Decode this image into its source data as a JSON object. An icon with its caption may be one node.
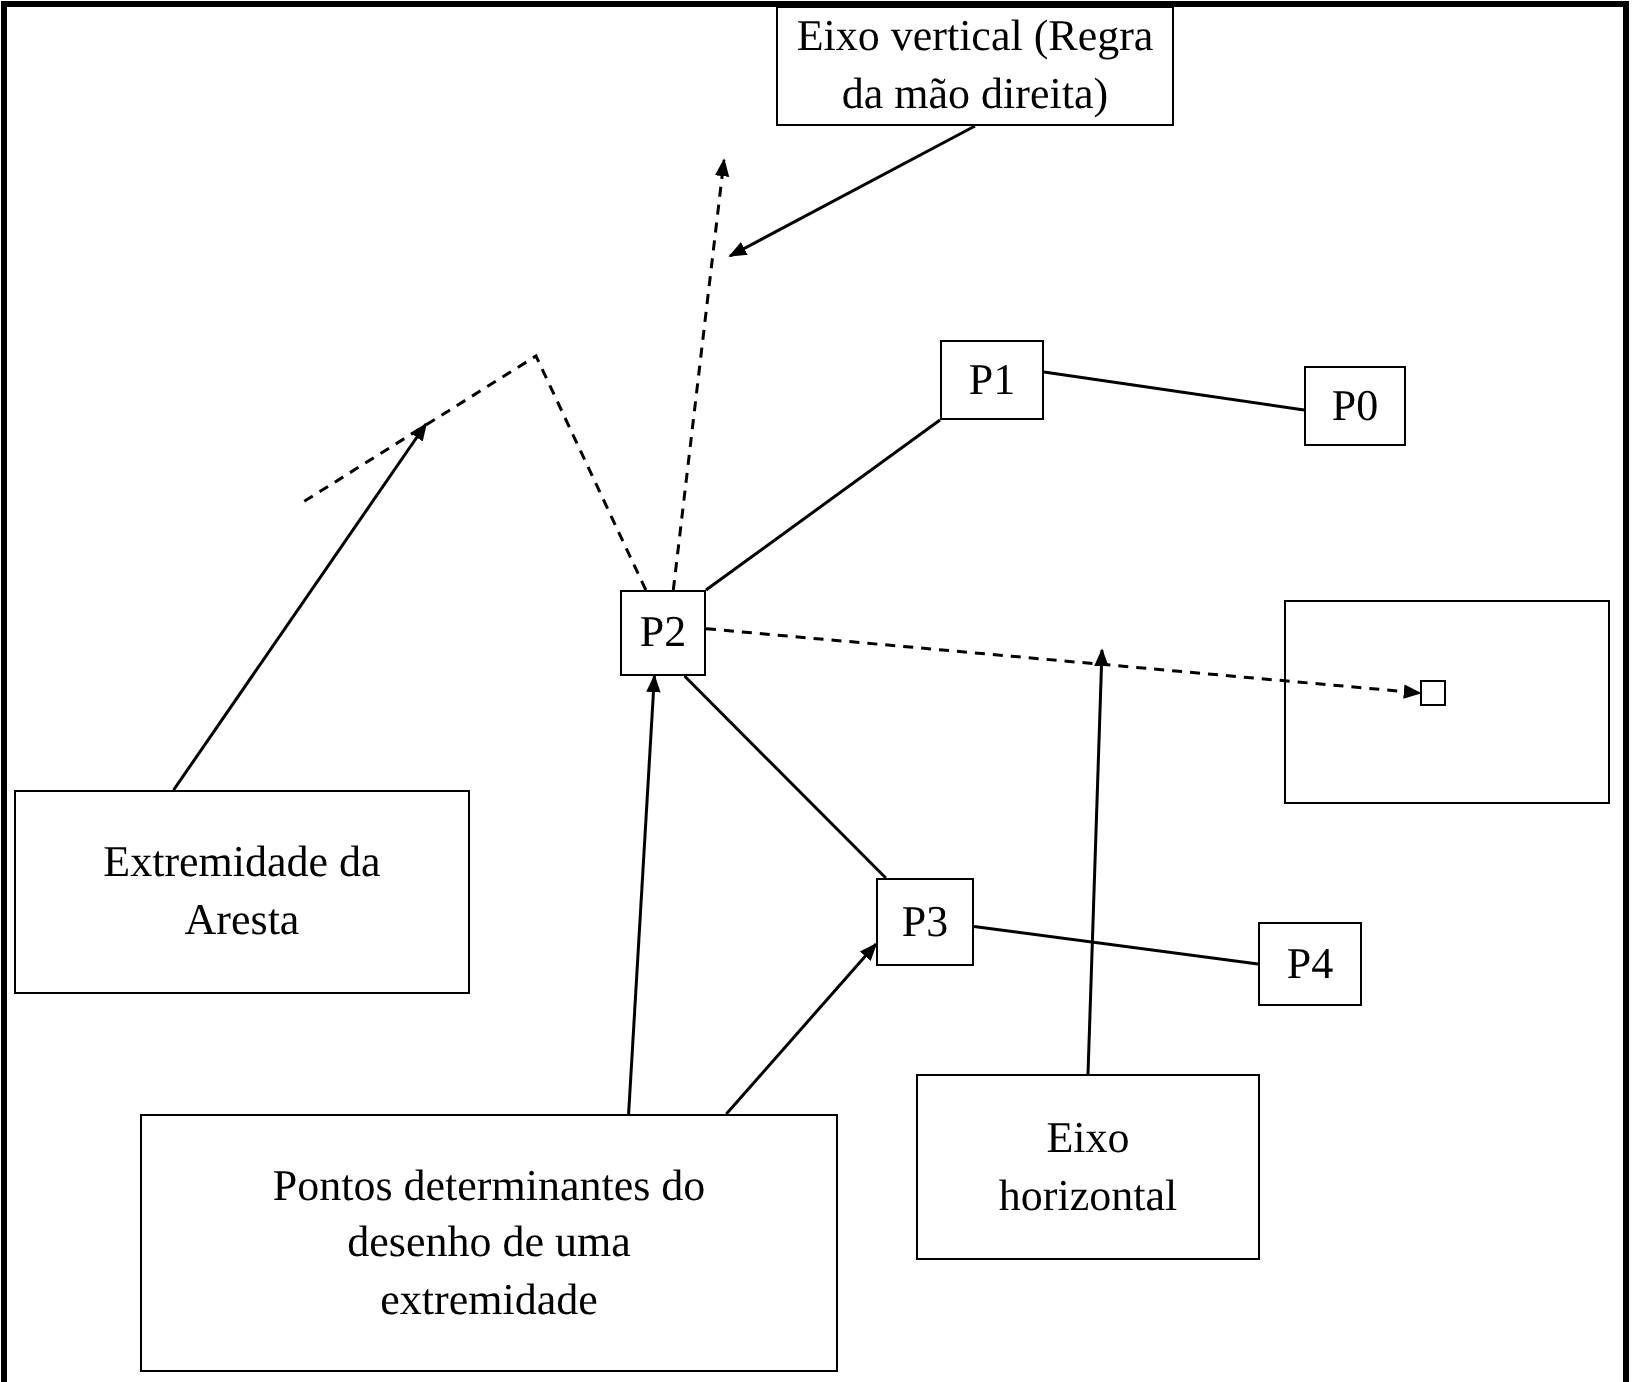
{
  "diagram": {
    "nodes": [
      {
        "text": [
          "Eixo vertical (Regra da mão direita)"
        ]
      },
      {
        "text": [
          "P1"
        ]
      },
      {
        "text": [
          "P0"
        ]
      },
      {
        "text": [
          "P2"
        ]
      },
      {
        "text": [],
        "shape": "box"
      },
      {
        "text": [],
        "shape": "box",
        "in": 4
      },
      {
        "text": [
          "P3"
        ]
      },
      {
        "text": [
          "P4"
        ]
      },
      {
        "text": [
          "Extremidade da Aresta"
        ]
      },
      {
        "text": [
          "Eixo horizontal"
        ]
      },
      {
        "text": [
          "Pontos determinantes do desenho de uma extremidade"
        ]
      }
    ],
    "edges": [
      {
        "from": 3,
        "to": 1,
        "arrow": "none"
      },
      {
        "from": 1,
        "to": 2,
        "arrow": "none"
      },
      {
        "from": 3,
        "to": 6,
        "arrow": "none"
      },
      {
        "from": 6,
        "to": 7,
        "arrow": "none"
      },
      {
        "from": 3,
        "to": 5,
        "arrow": "to",
        "style": "dashed"
      },
      {
        "from": 3,
        "to": null,
        "arrow": "to",
        "style": "dashed"
      },
      {
        "from": 0,
        "to": null,
        "arrow": "to"
      },
      {
        "from": 3,
        "to": null,
        "arrow": "none",
        "style": "dashed"
      },
      {
        "from": 8,
        "to": null,
        "arrow": "to"
      },
      {
        "from": 10,
        "to": 3,
        "arrow": "to"
      },
      {
        "from": 10,
        "to": 6,
        "arrow": "to"
      },
      {
        "from": 9,
        "to": null,
        "arrow": "to"
      }
    ]
  }
}
